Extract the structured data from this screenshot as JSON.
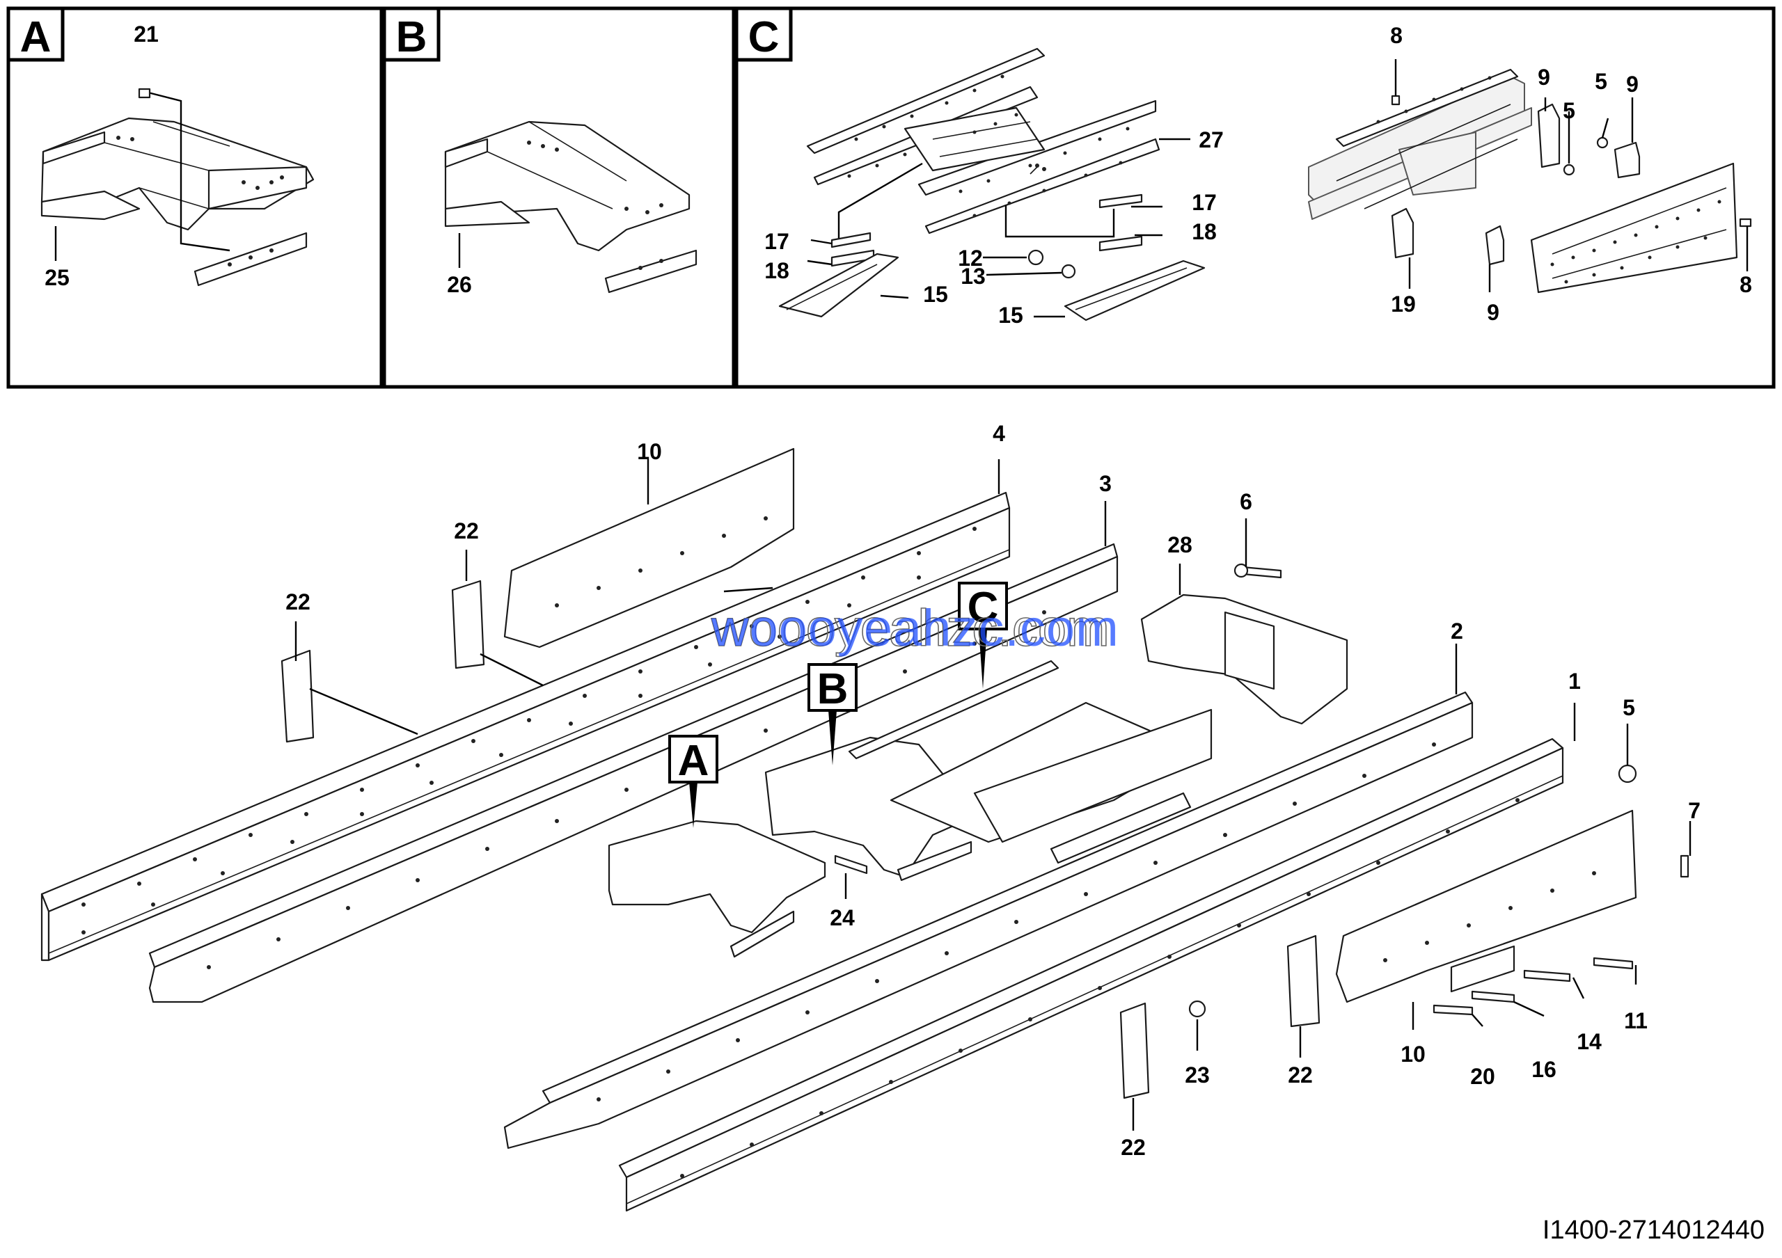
{
  "panels": {
    "a": {
      "label": "A",
      "callouts": [
        "21",
        "25"
      ]
    },
    "b": {
      "label": "B",
      "callouts": [
        "26"
      ]
    },
    "c": {
      "label": "C",
      "callouts": [
        "27",
        "17",
        "18",
        "15",
        "12",
        "13",
        "15",
        "8",
        "9",
        "5",
        "5",
        "9",
        "8",
        "19",
        "9",
        "17",
        "18"
      ]
    }
  },
  "main": {
    "callouts": [
      "10",
      "4",
      "3",
      "22",
      "22",
      "6",
      "28",
      "2",
      "1",
      "5",
      "7",
      "11",
      "14",
      "16",
      "20",
      "10",
      "22",
      "23",
      "22",
      "24"
    ],
    "view_tags": [
      "A",
      "B",
      "C"
    ]
  },
  "watermark": "woooyeahzc.com",
  "drawing_number": "I1400-2714012440"
}
